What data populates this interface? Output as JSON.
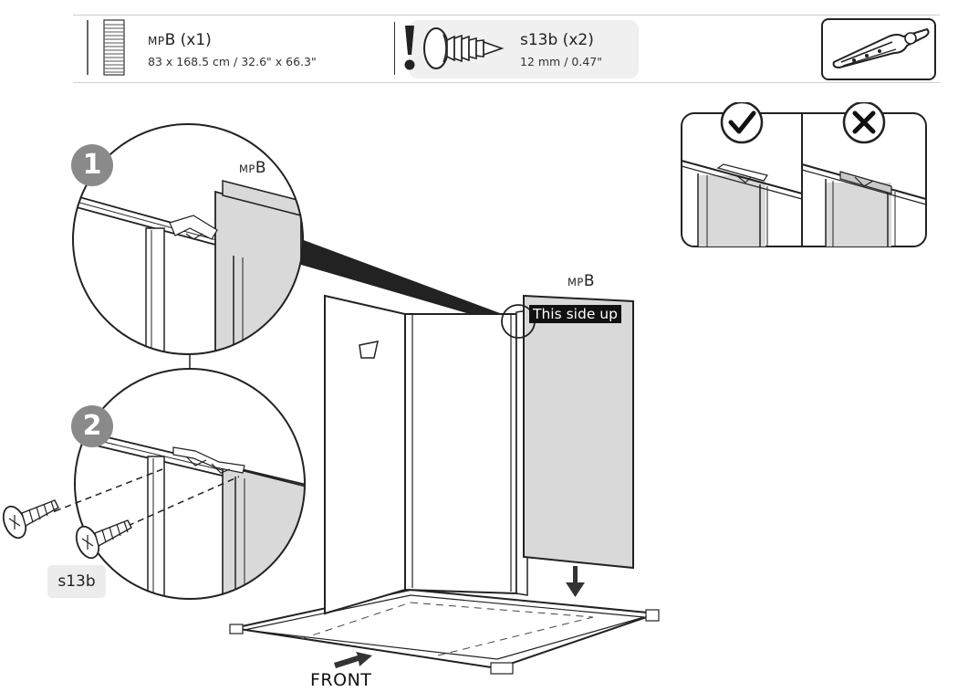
{
  "header": {
    "panel_part": {
      "code_small": "MP",
      "code_big": "B",
      "qty": " (x1)",
      "dimensions": "83 x 168.5 cm / 32.6\" x 66.3\""
    },
    "screw_part": {
      "name": "s13b (x2)",
      "size": "12 mm / 0.47\""
    }
  },
  "callouts": {
    "step1": "1",
    "step2": "2",
    "detail_label_small": "MP",
    "detail_label_big": "B",
    "screw_label": "s13b"
  },
  "main": {
    "panel_label_small": "MP",
    "panel_label_big": "B",
    "orientation_tag": "This side up",
    "front_label": "FRONT"
  },
  "icons": {
    "warning": "exclamation-icon",
    "correct": "check-icon",
    "wrong": "x-icon",
    "tool": "cutter-tool-icon"
  },
  "colors": {
    "panel_fill": "#d9d9d9",
    "step_badge": "#8a8a8a",
    "tag_bg": "#111111",
    "screw_box_bg": "#f0f0f0"
  }
}
